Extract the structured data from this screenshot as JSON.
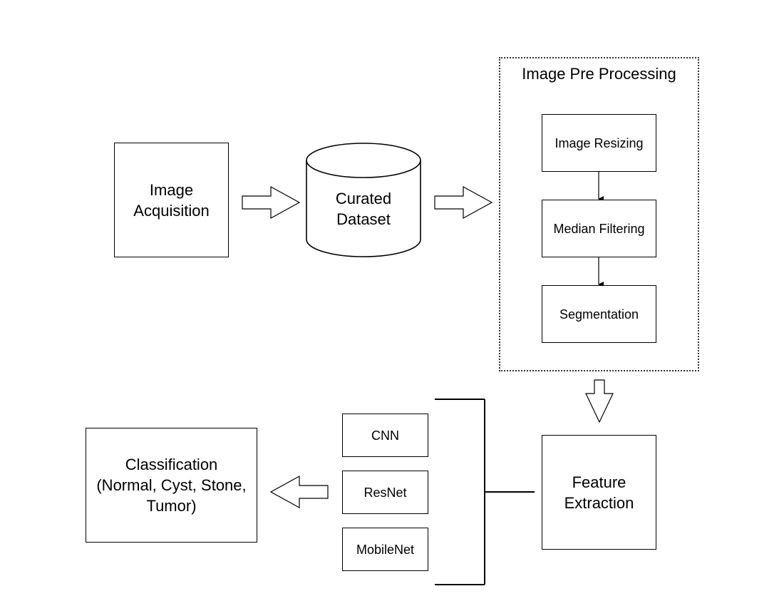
{
  "diagram": {
    "nodes": {
      "image_acquisition": {
        "label": "Image\nAcquisition"
      },
      "curated_dataset": {
        "label": "Curated\nDataset"
      },
      "preprocessing": {
        "title": "Image Pre Processing",
        "steps": [
          "Image Resizing",
          "Median Filtering",
          "Segmentation"
        ]
      },
      "feature_extraction": {
        "label": "Feature\nExtraction"
      },
      "models": [
        "CNN",
        "ResNet",
        "MobileNet"
      ],
      "classification": {
        "label": "Classification\n(Normal, Cyst, Stone,\nTumor)"
      }
    },
    "edges": [
      {
        "from": "Image Acquisition",
        "to": "Curated Dataset",
        "style": "hollow-block-arrow"
      },
      {
        "from": "Curated Dataset",
        "to": "Image Pre Processing",
        "style": "hollow-block-arrow"
      },
      {
        "from": "Image Resizing",
        "to": "Median Filtering",
        "style": "thin-arrow"
      },
      {
        "from": "Median Filtering",
        "to": "Segmentation",
        "style": "thin-arrow"
      },
      {
        "from": "Image Pre Processing",
        "to": "Feature Extraction",
        "style": "hollow-block-arrow"
      },
      {
        "from": "Feature Extraction",
        "to": "CNN / ResNet / MobileNet",
        "style": "bracket"
      },
      {
        "from": "CNN / ResNet / MobileNet",
        "to": "Classification",
        "style": "hollow-block-arrow"
      }
    ],
    "colors": {
      "stroke": "#000000",
      "fill": "#ffffff",
      "group_border": "#333333"
    }
  }
}
